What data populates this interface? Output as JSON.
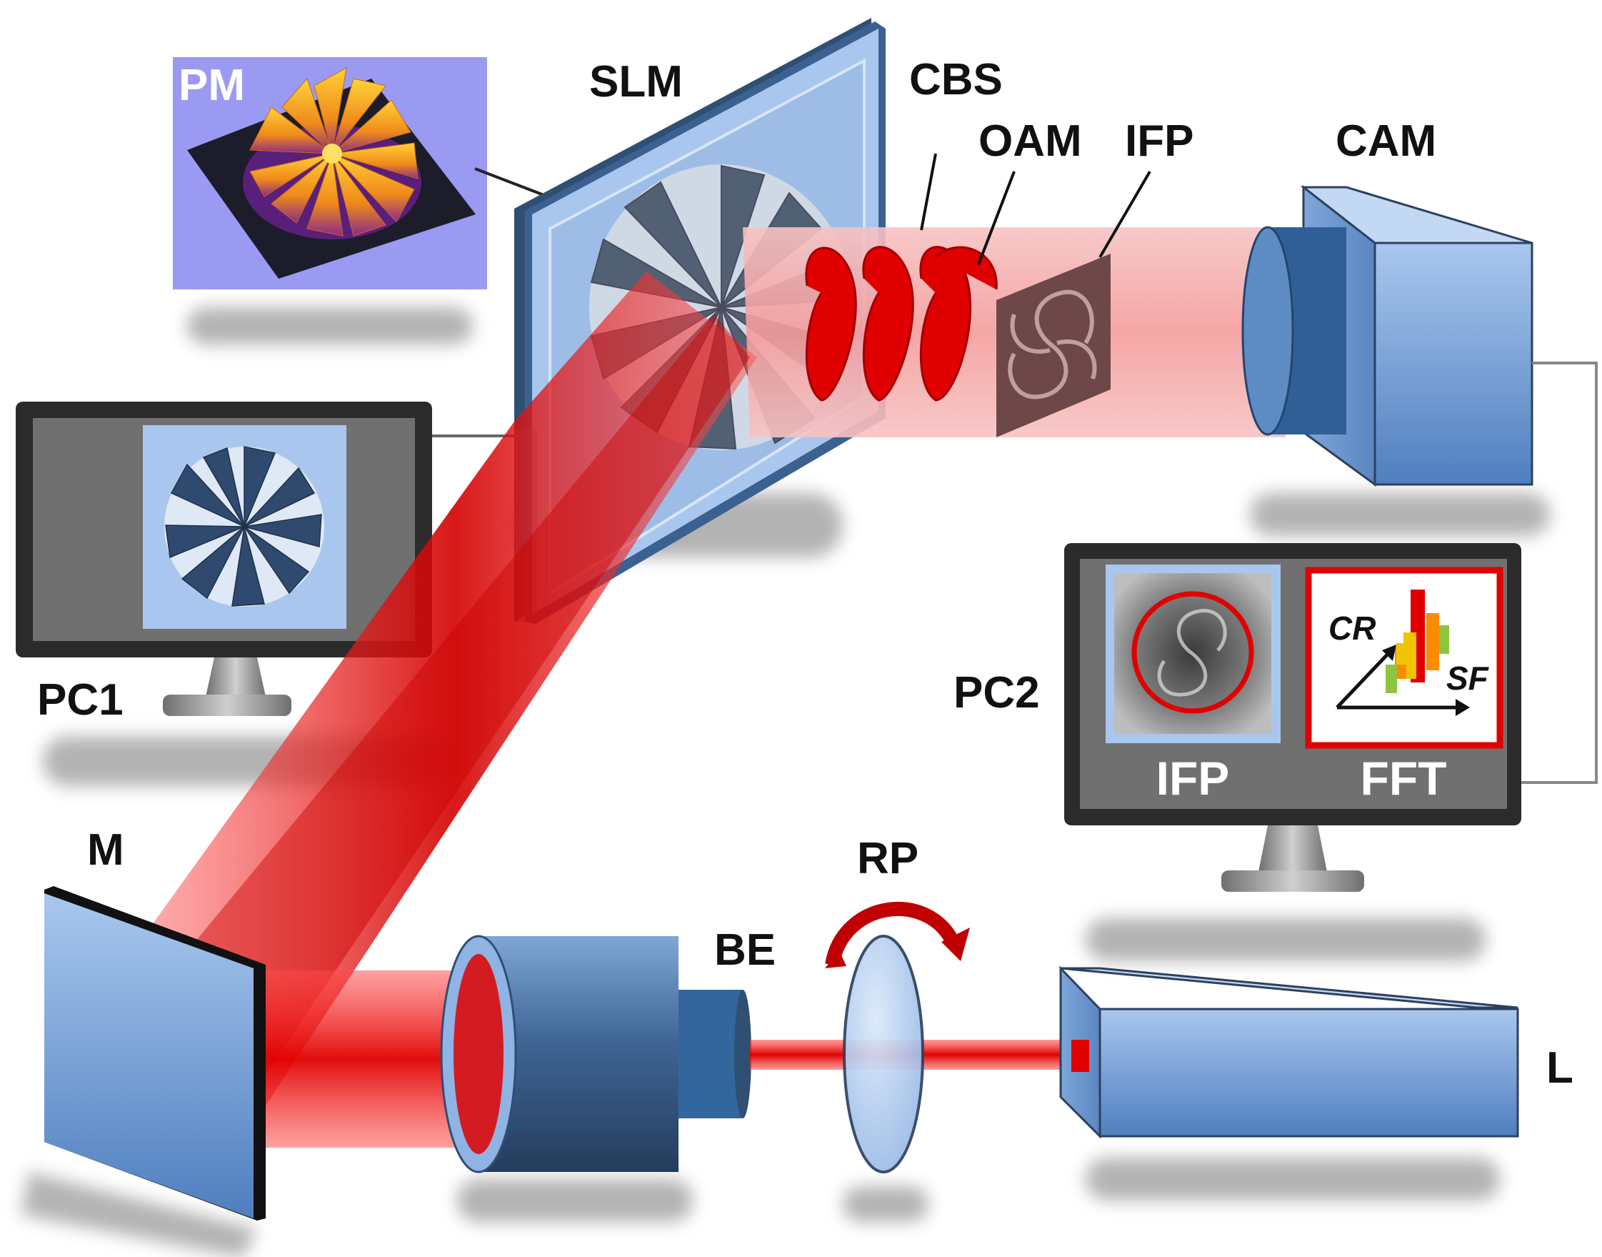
{
  "labels": {
    "pm": "PM",
    "slm": "SLM",
    "cbs": "CBS",
    "oam": "OAM",
    "ifp_top": "IFP",
    "cam": "CAM",
    "pc1": "PC1",
    "pc2": "PC2",
    "ifp_screen": "IFP",
    "fft_screen": "FFT",
    "cr": "CR",
    "sf": "SF",
    "m": "M",
    "be": "BE",
    "rp": "RP",
    "l": "L"
  },
  "colors": {
    "beam": "#e00000",
    "device_blue": "#7ea6d8",
    "device_dark": "#2f4f73",
    "monitor_frame": "#2b2b2b",
    "pm_background": "#9a9af2",
    "fft_border": "#e00000"
  }
}
